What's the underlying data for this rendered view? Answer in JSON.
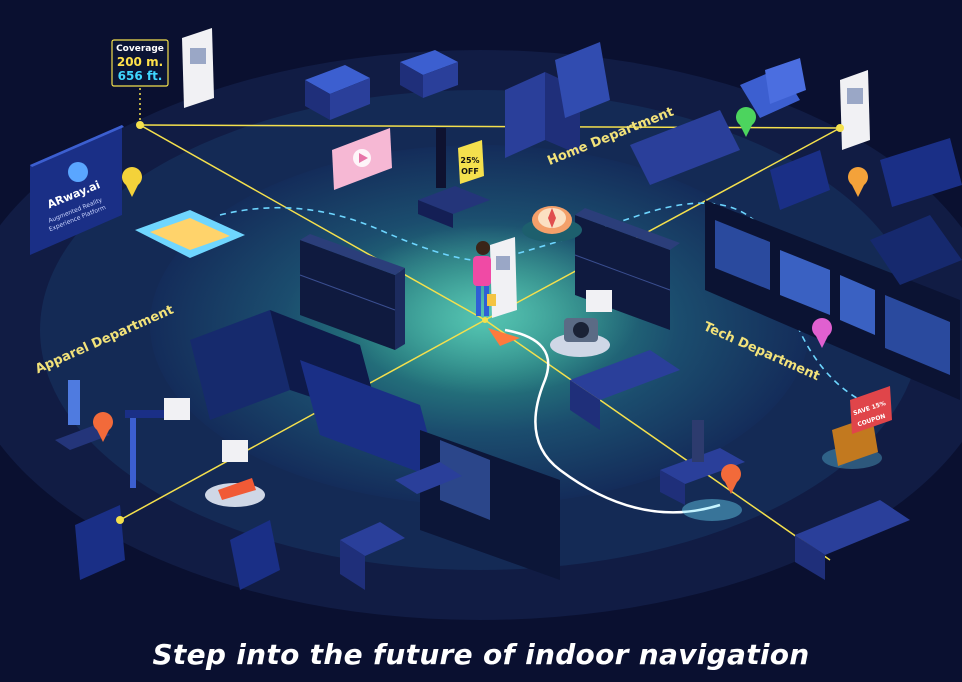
{
  "caption": "Step into the future of indoor navigation",
  "coverage": {
    "title": "Coverage",
    "meters": "200 m.",
    "feet": "656 ft."
  },
  "brand": {
    "name": "ARway.ai",
    "subtitle_1": "Augmented Reality",
    "subtitle_2": "Experience Platform"
  },
  "departments": {
    "home": "Home Department",
    "apparel": "Apparel Department",
    "tech": "Tech Department"
  },
  "promo": {
    "discount": "25%",
    "discount_suffix": "OFF",
    "sale_line": "SAVE 15%",
    "coupon": "COUPON"
  },
  "colors": {
    "background": "#0a1030",
    "floor_outer": "#17305a",
    "floor_inner": "#2e8a8a",
    "route_line": "#f4e04d",
    "department_text": "#f2e27a",
    "coverage_cyan": "#3fd7ff",
    "coverage_yellow": "#ffe14a"
  },
  "icons": [
    "map-pin-icon",
    "qr-code-icon",
    "compass-icon",
    "camera-icon",
    "play-icon",
    "chat-bubble-icon",
    "navigation-arrow-icon",
    "sneaker-icon",
    "gift-box-icon"
  ]
}
